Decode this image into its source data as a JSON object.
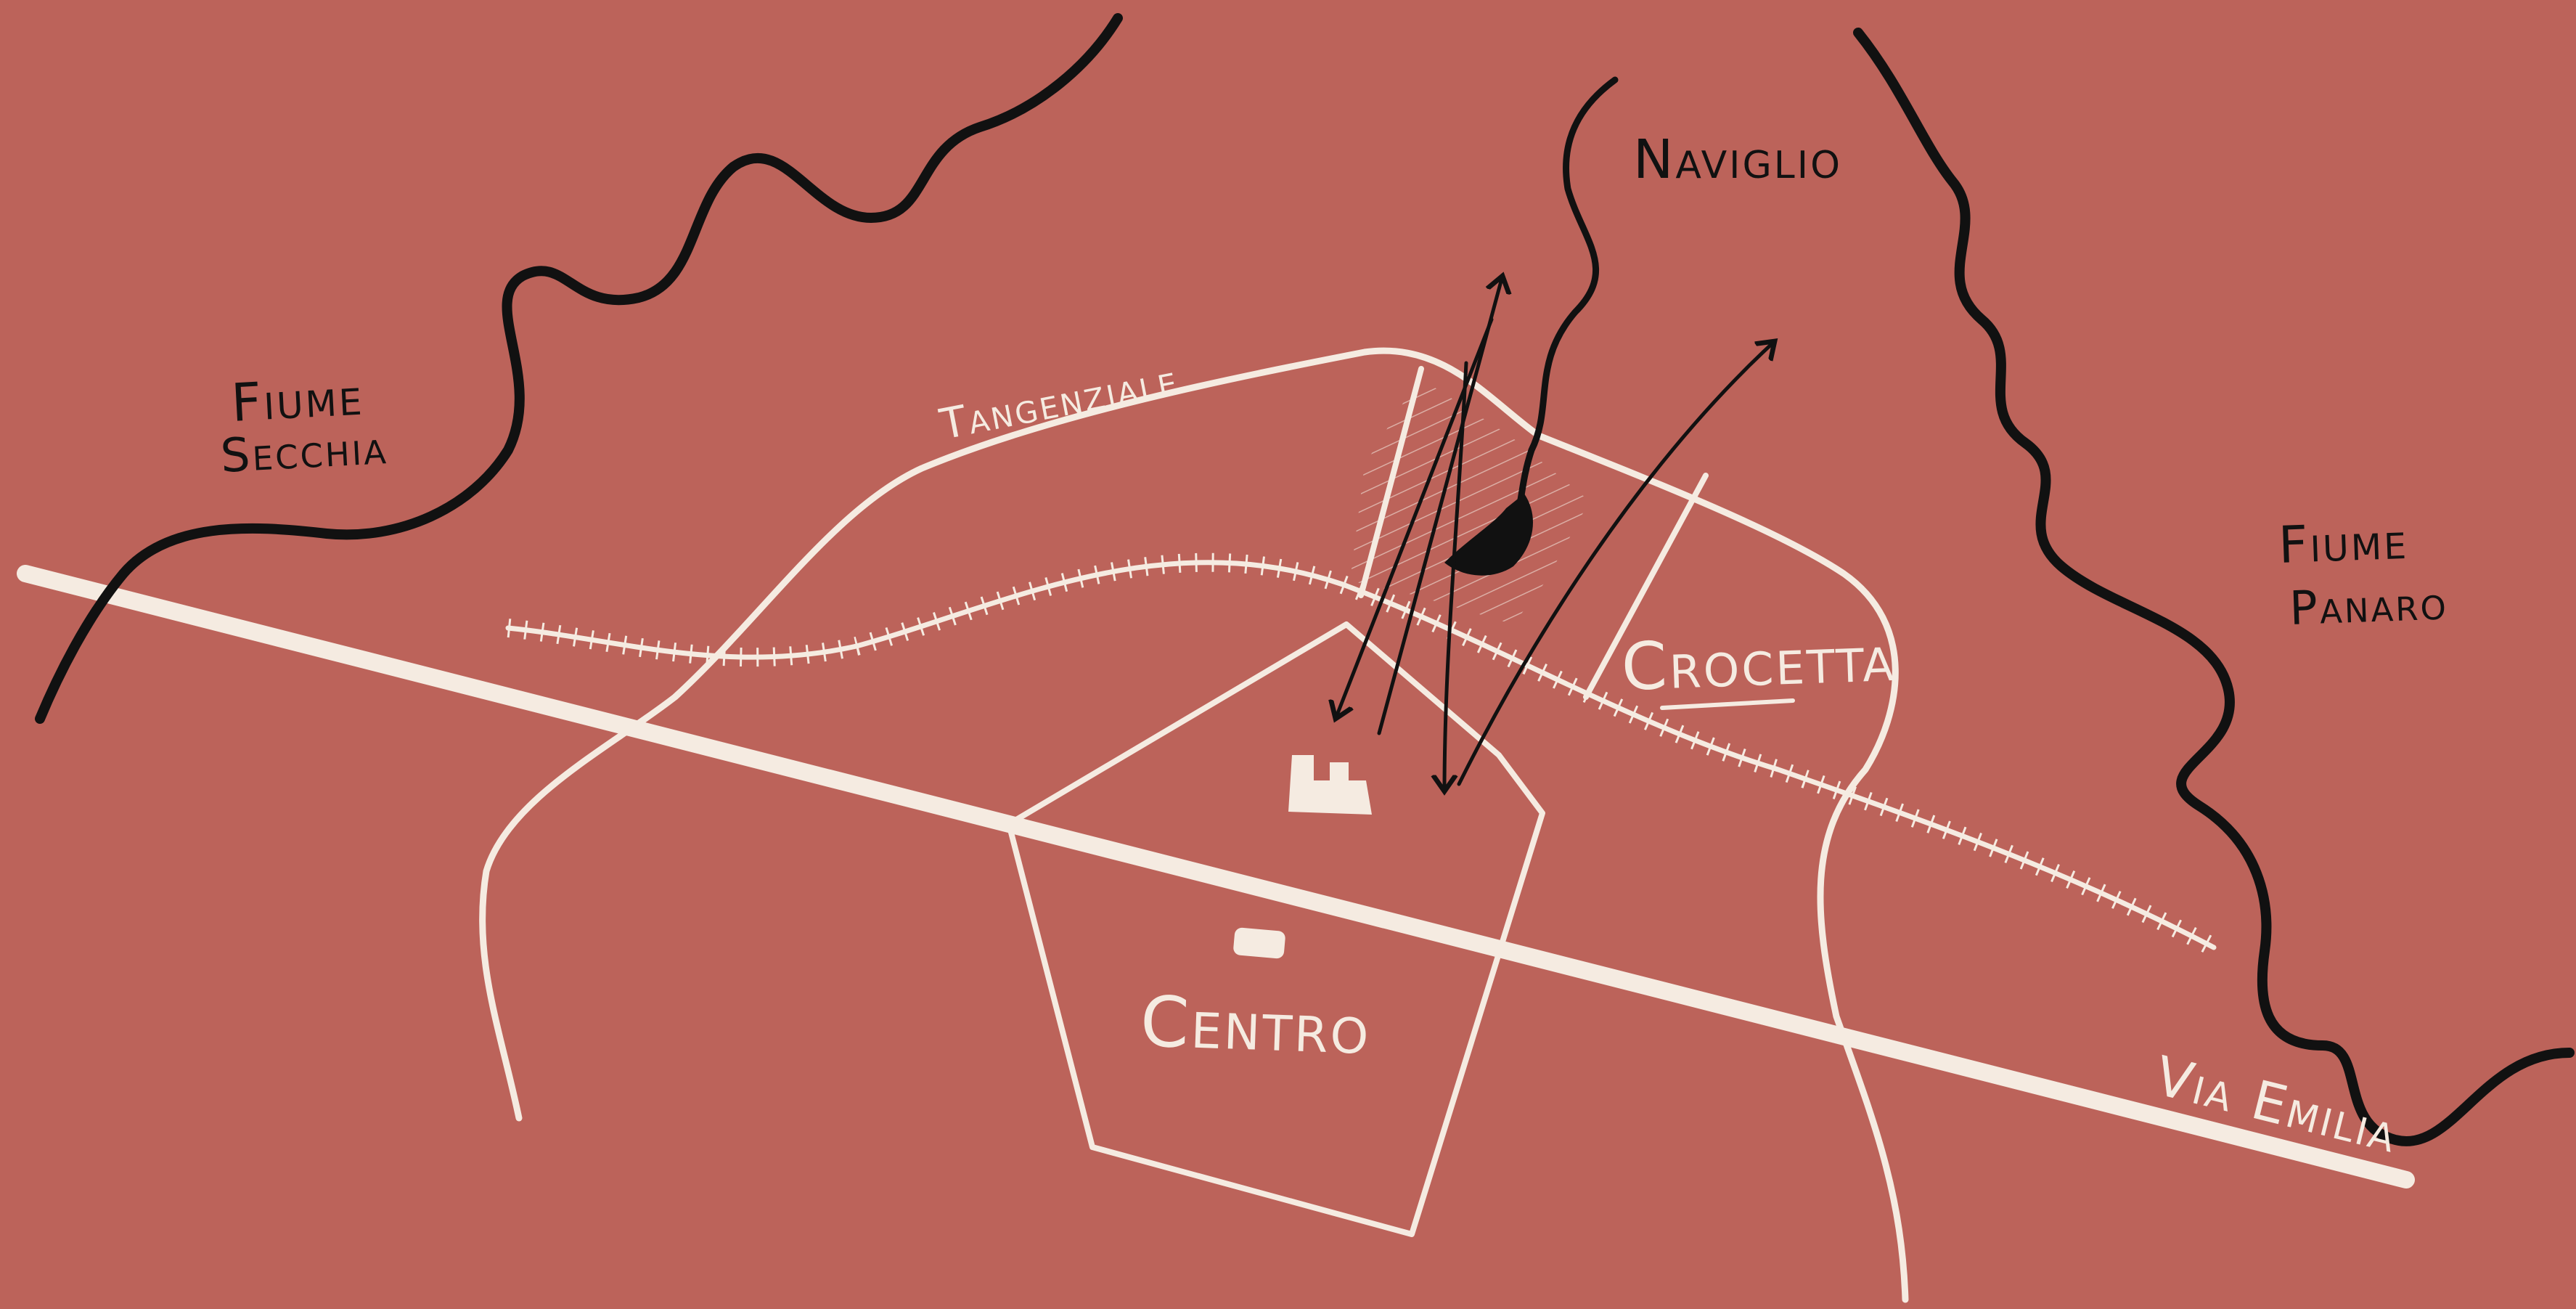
{
  "map": {
    "background_color": "#bc635a",
    "chalk_color": "#f5ebe1",
    "ink_color": "#111111",
    "labels": {
      "fiume_secchia_line1": "Fiume",
      "fiume_secchia_line2": "Secchia",
      "naviglio": "Naviglio",
      "tangenziale": "Tangenziale",
      "fiume_panaro_line1": "Fiume",
      "fiume_panaro_line2": "Panaro",
      "crocetta": "Crocetta",
      "centro": "Centro",
      "via_emilia": "Via Emilia"
    }
  }
}
